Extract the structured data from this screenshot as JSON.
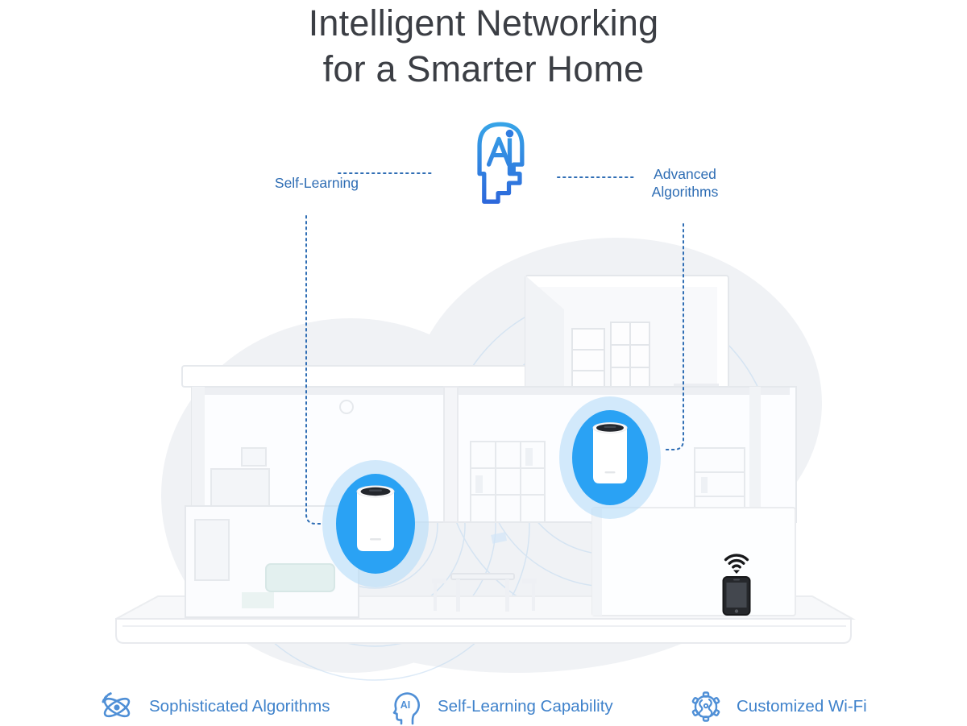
{
  "title": {
    "line1": "Intelligent Networking",
    "line2": "for a Smarter Home"
  },
  "diagram": {
    "ai_icon": "ai-head-icon",
    "left_label": "Self-Learning",
    "right_label_line1": "Advanced",
    "right_label_line2": "Algorithms"
  },
  "illustration": {
    "scene": "3d-house-cutaway-with-mesh-wifi",
    "devices": [
      "mesh-router-unit-lower-floor",
      "mesh-router-unit-upper-floor"
    ],
    "phone": "smartphone-with-wifi-signal"
  },
  "features": [
    {
      "icon": "atom-algorithms-icon",
      "label": "Sophisticated Algorithms"
    },
    {
      "icon": "ai-head-small-icon",
      "icon_text": "AI",
      "label": "Self-Learning Capability"
    },
    {
      "icon": "brain-gear-icon",
      "label": "Customized Wi-Fi"
    }
  ],
  "colors": {
    "title_text": "#3b3e44",
    "label_blue": "#2e6db4",
    "feature_blue": "#3f82cb",
    "icon_blue": "#4f8fd6",
    "router_glow": "#2aa2f4",
    "background_blob": "#f0f2f5"
  }
}
